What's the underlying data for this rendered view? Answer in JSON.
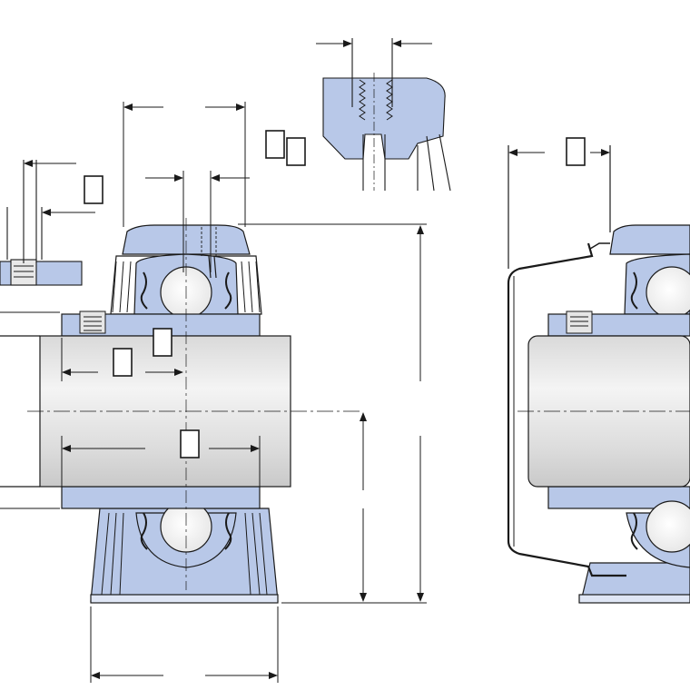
{
  "drawing": {
    "colors": {
      "housing_fill": "#b8c8e8",
      "housing_dark": "#9fb3dc",
      "shaft_light": "#f1f1f1",
      "shaft_mid": "#d8d8d8",
      "line": "#1a1a1a",
      "background": "#ffffff"
    },
    "views": [
      "sectional-housing-view",
      "thread-detail-view",
      "end-cover-view"
    ],
    "dimension_placeholders": 7
  }
}
